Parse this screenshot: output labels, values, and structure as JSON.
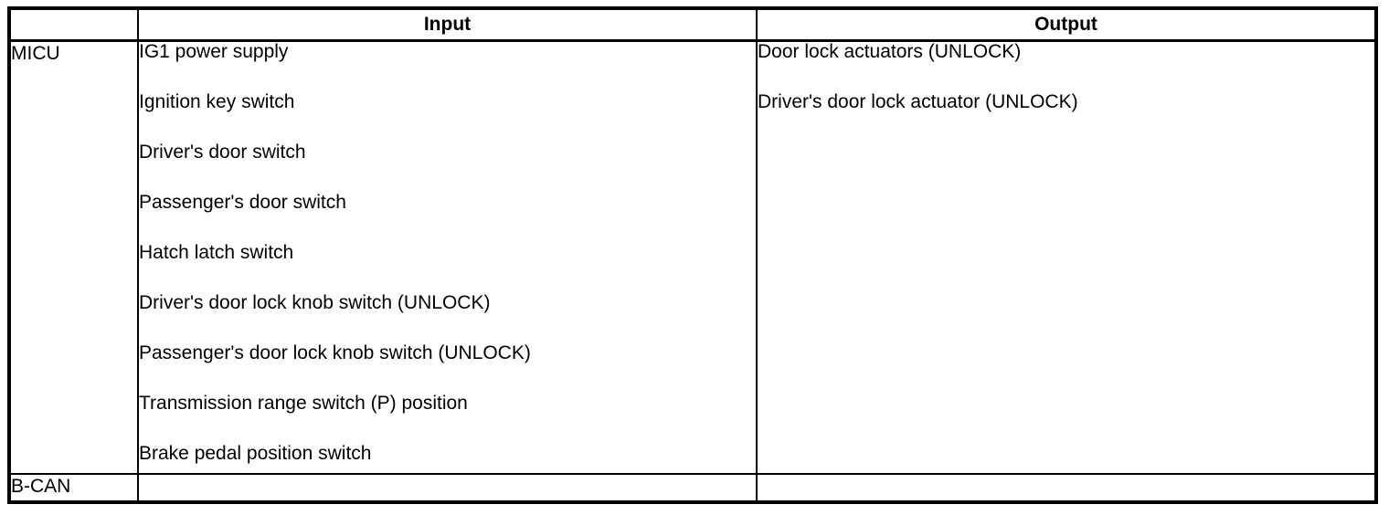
{
  "doc": {
    "header": {
      "corner": "",
      "input_label": "Input",
      "output_label": "Output"
    },
    "rows": [
      {
        "label": "MICU",
        "inputs": [
          "IG1 power supply",
          "Ignition key switch",
          "Driver's door switch",
          "Passenger's door switch",
          "Hatch latch switch",
          "Driver's door lock knob switch (UNLOCK)",
          "Passenger's door lock knob switch (UNLOCK)",
          "Transmission range switch (P) position",
          "Brake pedal position switch"
        ],
        "outputs": [
          "Door lock actuators (UNLOCK)",
          "Driver's door lock actuator (UNLOCK)"
        ]
      },
      {
        "label": "B-CAN",
        "inputs": [],
        "outputs": []
      }
    ],
    "colors": {
      "border": "#000000",
      "background": "#ffffff",
      "text": "#000000"
    }
  }
}
